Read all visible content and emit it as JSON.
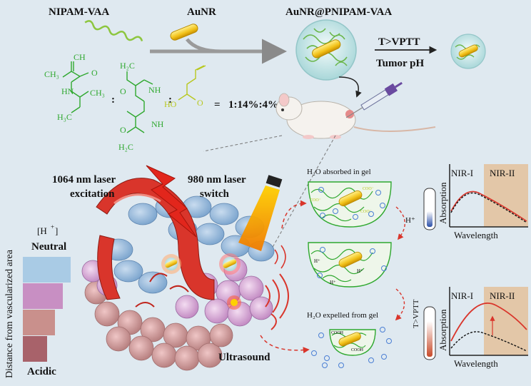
{
  "top": {
    "monomer_label": "NIPAM-VAA",
    "aunr_label": "AuNR",
    "product_label": "AuNR@PNIPAM-VAA",
    "condition_1": "T>VPTT",
    "condition_2": "Tumor pH"
  },
  "chemistry": {
    "ratio": "1:14%:4%",
    "separator": ":"
  },
  "lasers": {
    "l1064_line1": "1064 nm laser",
    "l1064_line2": "excitation",
    "l980_line1": "980 nm laser",
    "l980_line2": "switch",
    "ultrasound": "Ultrasound"
  },
  "gradient": {
    "axis_label": "Distance from vascularized area",
    "h_label": "[H",
    "h_sup": "+",
    "h_close": "]",
    "neutral": "Neutral",
    "acidic": "Acidic"
  },
  "gel": {
    "absorbed": "H₂O absorbed in gel",
    "expelled": "H₂O expelled from gel",
    "h_plus": "H⁺",
    "t_vptt": "T>VPTT",
    "coo": "COO⁻",
    "cooh": "COOH"
  },
  "spectra": {
    "nir1": "NIR-I",
    "nir2": "NIR-II",
    "ylabel": "Absorption",
    "xlabel": "Wavelength"
  },
  "colors": {
    "polymer_green": "#2fa82f",
    "gold": "#f2c21a",
    "vessel_red": "#d9352b",
    "nir2_band": "#e3c7a8"
  }
}
